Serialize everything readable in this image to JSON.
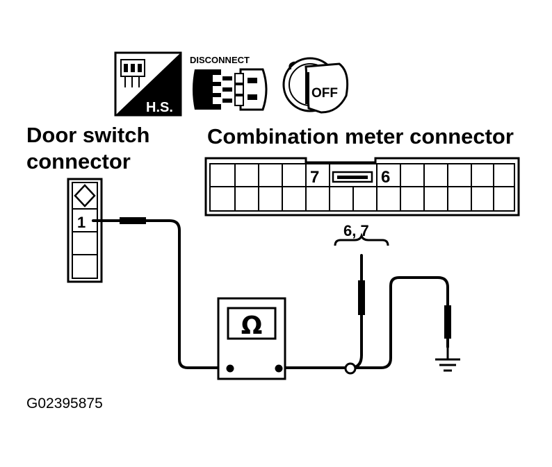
{
  "icons": {
    "harness_icon_label": "H.S.",
    "disconnect_label": "DISCONNECT",
    "ignition_label": "OFF"
  },
  "door_switch": {
    "title_line1": "Door switch",
    "title_line2": "connector",
    "pin_label": "1"
  },
  "combination_meter": {
    "title": "Combination meter connector",
    "pin_left": "7",
    "pin_right": "6"
  },
  "probe_label": "6, 7",
  "meter_symbol": "Ω",
  "figure_id": "G02395875",
  "colors": {
    "ink": "#000000",
    "paper": "#ffffff"
  }
}
